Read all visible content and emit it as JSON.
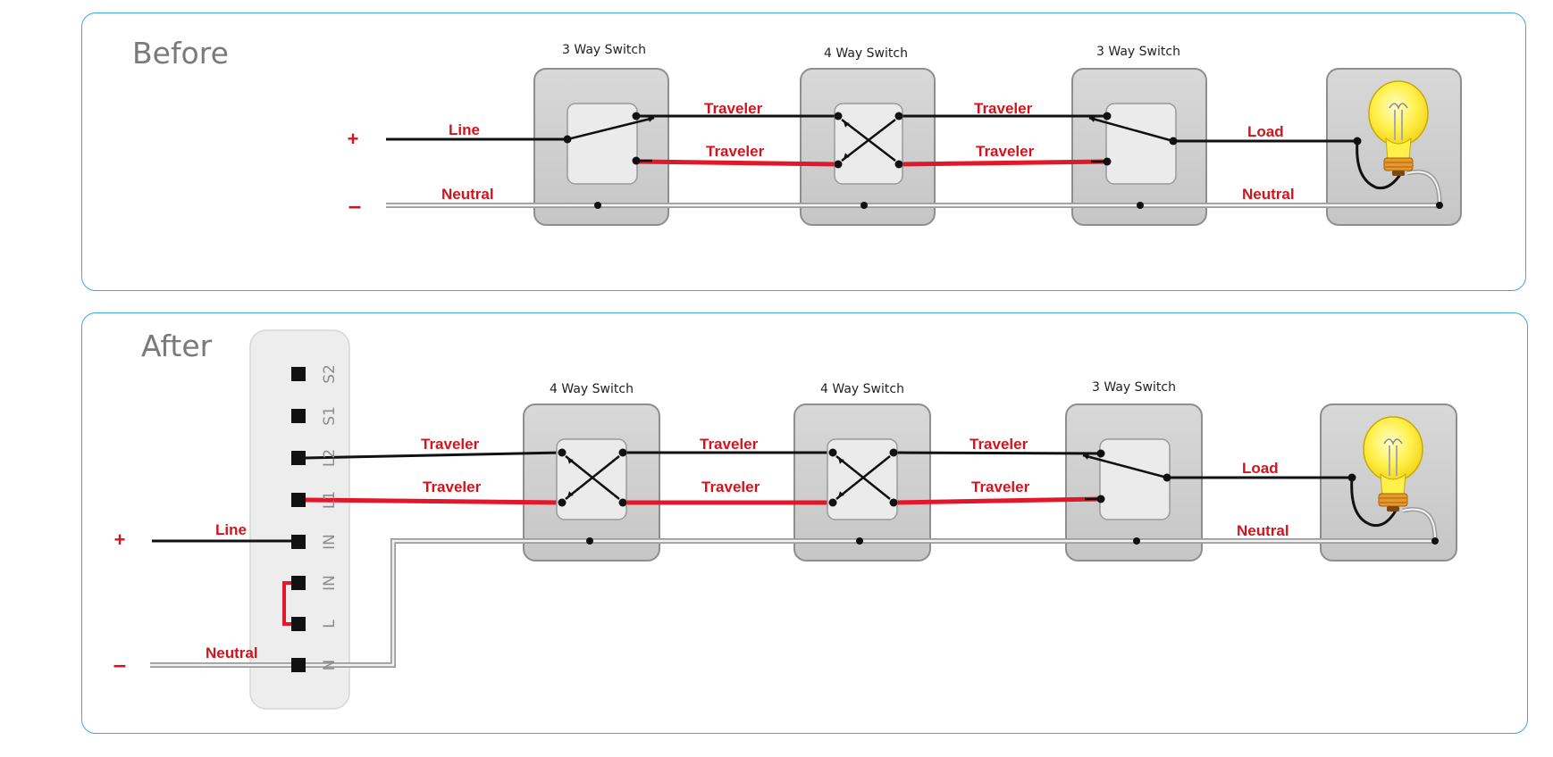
{
  "before": {
    "title": "Before",
    "switches": [
      "3 Way Switch",
      "4 Way Switch",
      "3 Way Switch"
    ],
    "plus": "+",
    "minus": "–",
    "line_label": "Line",
    "traveler_label": "Traveler",
    "load_label": "Load",
    "neutral_label": "Neutral"
  },
  "after": {
    "title": "After",
    "switches": [
      "4 Way Switch",
      "4 Way Switch",
      "3 Way Switch"
    ],
    "terminals": [
      "S2",
      "S1",
      "L2",
      "L1",
      "IN",
      "IN",
      "L",
      "N"
    ],
    "plus": "+",
    "minus": "–",
    "line_label": "Line",
    "traveler_label": "Traveler",
    "load_label": "Load",
    "neutral_label": "Neutral"
  },
  "colors": {
    "panel_border": "#3aa8e0",
    "hot_wire": "#111111",
    "traveler_red": "#e0182a",
    "label_red": "#d4141c",
    "neutral_wire": "#c8c8c8",
    "switch_plate": "#cfcfcf",
    "bulb": "#fff04a"
  },
  "icons": [
    "light-bulb-icon",
    "three-way-switch-icon",
    "four-way-switch-icon",
    "smart-module-icon"
  ]
}
